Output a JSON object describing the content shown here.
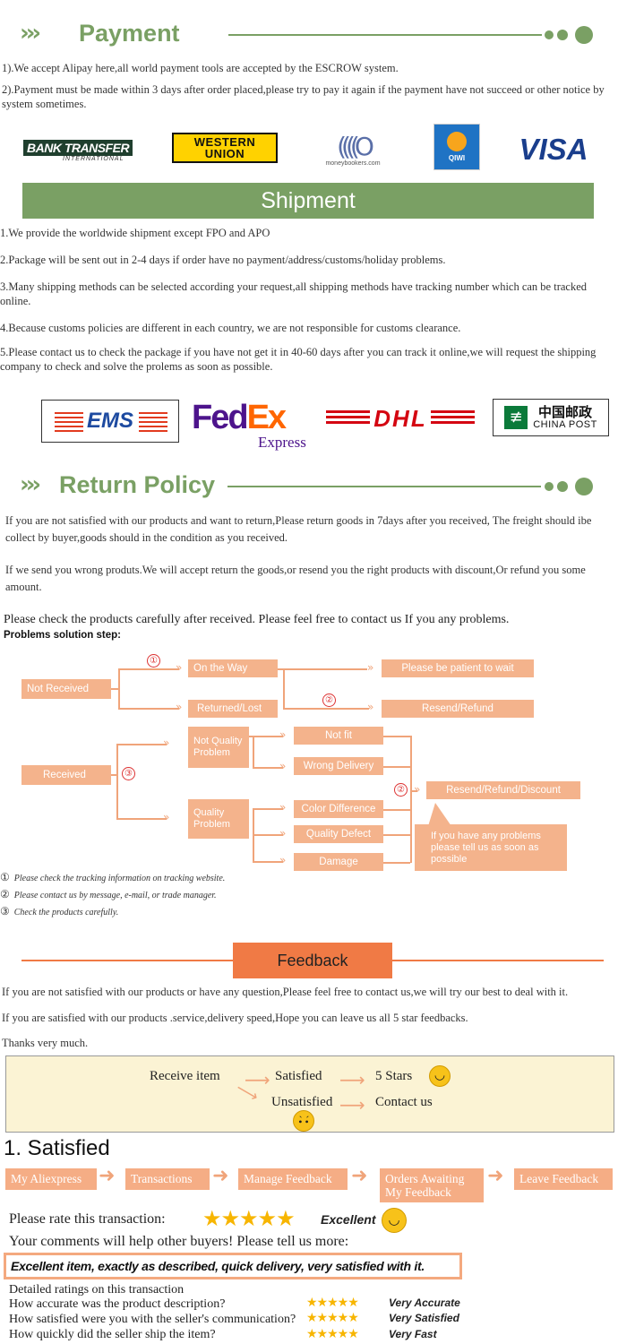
{
  "payment": {
    "title": "Payment",
    "line1": "1).We accept Alipay here,all world payment tools are accepted by the ESCROW system.",
    "line2": "2).Payment must be made within 3 days after order placed,please try to pay it again if the payment have not succeed or other notice by system sometimes.",
    "logos": {
      "bank_transfer": "BANK TRANSFER",
      "bank_transfer_sub": "INTERNATIONAL",
      "western_union_1": "WESTERN",
      "western_union_2": "UNION",
      "moneybookers": "moneybookers.com",
      "qiwi": "QIWI",
      "visa": "VISA"
    }
  },
  "shipment": {
    "title": "Shipment",
    "items": [
      "1.We provide the worldwide shipment except FPO and APO",
      "2.Package will be sent out in 2-4 days if order have no payment/address/customs/holiday problems.",
      "3.Many shipping methods can be selected according your request,all shipping methods have tracking number which can be tracked online.",
      "4.Because customs policies are different in each country, we are not responsible for customs clearance.",
      "5.Please contact us to check the package if you have not get it in 40-60 days after you can track it online,we will request the shipping company to check and solve the prolems as soon as possible."
    ],
    "logos": {
      "ems": "EMS",
      "fedex_1": "Fed",
      "fedex_2": "Ex",
      "fedex_sub": "Express",
      "dhl": "DHL",
      "china_post_cn": "中国邮政",
      "china_post_en": "CHINA POST"
    }
  },
  "return_policy": {
    "title": "Return Policy",
    "p1": "If you are not satisfied with our products and want to return,Please return goods in 7days after you received, The freight should ibe collect by buyer,goods should in the condition as you received.",
    "p2": "If we send you wrong produts.We will accept return the goods,or resend you the right products with discount,Or refund you some amount.",
    "p3": "Please check the products carefully after received. Please feel free to contact us If you any problems.",
    "steps_title": "Problems solution step:",
    "flow": {
      "not_received": "Not Received",
      "on_the_way": "On the Way",
      "be_patient": "Please be patient to wait",
      "returned_lost": "Returned/Lost",
      "resend_refund": "Resend/Refund",
      "received": "Received",
      "not_quality": "Not Quality Problem",
      "quality": "Quality Problem",
      "not_fit": "Not fit",
      "wrong_delivery": "Wrong Delivery",
      "color_difference": "Color Difference",
      "quality_defect": "Quality Defect",
      "damage": "Damage",
      "resend_refund_discount": "Resend/Refund/Discount",
      "contact_note": "If you have any problems please tell us as soon as possible",
      "n1": "①",
      "n2": "②",
      "n3": "③"
    },
    "notes": [
      {
        "num": "①",
        "text": "Please check the tracking information on tracking website."
      },
      {
        "num": "②",
        "text": "Please contact us by message, e-mail, or trade manager."
      },
      {
        "num": "③",
        "text": "Check the products carefully."
      }
    ]
  },
  "feedback": {
    "title": "Feedback",
    "p1": "If you are not satisfied with our products or have any question,Please feel free to contact us,we will try our best to deal with it.",
    "p2": "If you are satisfied with our products .service,delivery speed,Hope you can leave us all 5 star feedbacks.",
    "p3": "Thanks very much.",
    "flow": {
      "receive_item": "Receive item",
      "satisfied": "Satisfied",
      "five_stars": "5 Stars",
      "unsatisfied": "Unsatisfied",
      "contact_us": "Contact us"
    }
  },
  "satisfied": {
    "heading": "1. Satisfied",
    "steps": [
      "My Aliexpress",
      "Transactions",
      "Manage Feedback",
      "Orders Awaiting My Feedback",
      "Leave Feedback"
    ],
    "rate_label": "Please rate this transaction:",
    "rate_value": "Excellent",
    "comments_label": "Your comments will help other buyers! Please tell us more:",
    "comment": "Excellent item, exactly as described, quick delivery, very satisfied with it.",
    "detailed_title": "Detailed ratings on this transaction",
    "ratings": [
      {
        "question": "How accurate was the product description?",
        "value": "Very Accurate"
      },
      {
        "question": "How satisfied were you with the seller's communication?",
        "value": "Very Satisfied"
      },
      {
        "question": "How quickly did the seller ship the item?",
        "value": "Very Fast"
      }
    ]
  },
  "colors": {
    "green": "#7aa064",
    "orange": "#f4b38c",
    "orange_dark": "#f07a45"
  }
}
